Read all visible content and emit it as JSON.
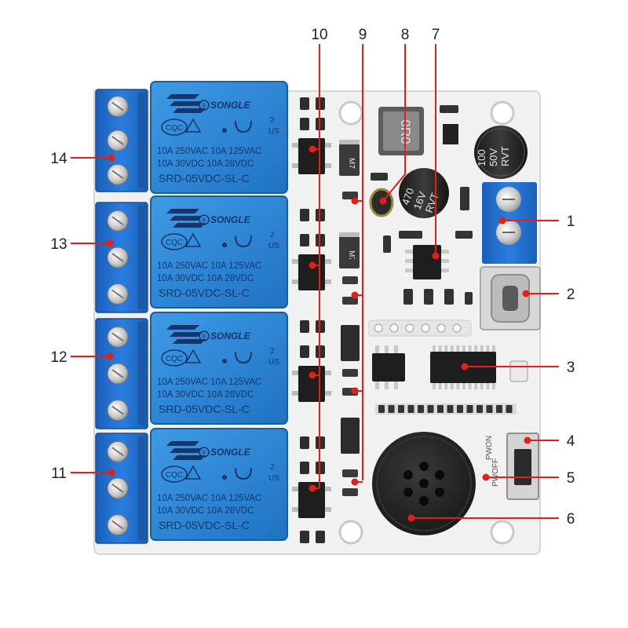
{
  "image": {
    "description_free": true
  },
  "relay": {
    "brand": "SONGLE",
    "cert1": "CQC",
    "cert_us": "US",
    "cert_two": "2",
    "line1": "10A 250VAC  10A 125VAC",
    "line2": "10A  30VDC  10A  28VDC",
    "model": "SRD-05VDC-SL-C"
  },
  "components": {
    "ic_small": "M7",
    "cap_small": {
      "v1": "470",
      "v2": "16V",
      "v3": "RVT"
    },
    "cap_large": {
      "v1": "100",
      "v2": "50V",
      "v3": "RVT"
    },
    "inductor": "0R0",
    "switch_labels": {
      "on": "PWON",
      "off": "PWOFF"
    }
  },
  "callouts": [
    {
      "num": "1"
    },
    {
      "num": "2"
    },
    {
      "num": "3"
    },
    {
      "num": "4"
    },
    {
      "num": "5"
    },
    {
      "num": "6"
    },
    {
      "num": "7"
    },
    {
      "num": "8"
    },
    {
      "num": "9"
    },
    {
      "num": "10"
    },
    {
      "num": "11"
    },
    {
      "num": "12"
    },
    {
      "num": "13"
    },
    {
      "num": "14"
    }
  ],
  "colors": {
    "pcb": "#f2f2f2",
    "relay_blue": "#2c86d6",
    "terminal_blue": "#1f6fd0",
    "callout_red": "#e0201b",
    "chip": "#1e1e1e"
  }
}
